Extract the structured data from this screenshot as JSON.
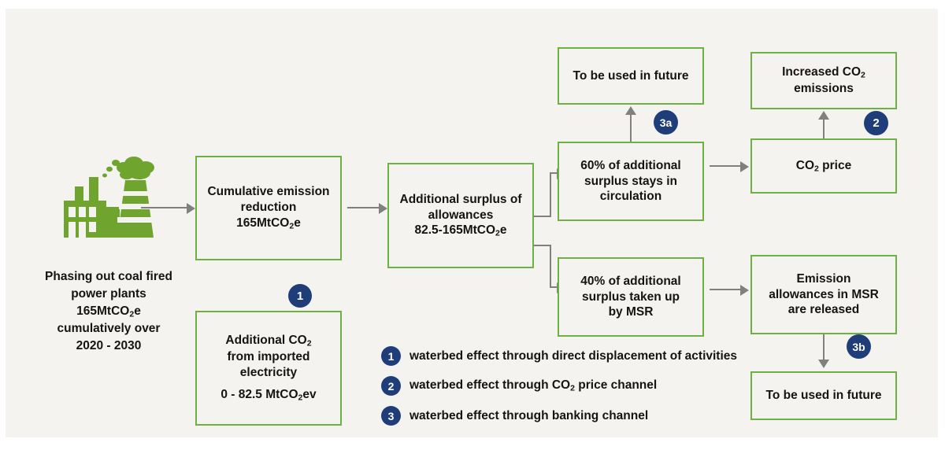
{
  "colors": {
    "panel_background": "#f4f3ef",
    "box_border_green": "#6cb141",
    "icon_green": "#6fa52e",
    "badge_navy": "#1f3d78",
    "arrow_gray": "#808080",
    "text_black": "#141414"
  },
  "source": {
    "icon_name": "coal-power-plant-icon",
    "caption": [
      "Phasing out coal fired",
      "power plants",
      "165MtCO₂e",
      "cumulatively over",
      "2020 - 2030"
    ]
  },
  "boxes": {
    "cumulative_reduction": {
      "lines": [
        "Cumulative emission",
        "reduction",
        "165MtCO₂e"
      ]
    },
    "additional_co2_imported": {
      "lines": [
        "Additional CO₂",
        "from imported",
        "electricity",
        "0 - 82.5 MtCO₂ev"
      ]
    },
    "additional_surplus": {
      "lines": [
        "Additional surplus of",
        "allowances",
        "82.5-165MtCO₂e"
      ]
    },
    "sixty_percent": {
      "lines": [
        "60% of additional",
        "surplus stays in",
        "circulation"
      ]
    },
    "forty_percent": {
      "lines": [
        "40% of additional",
        "surplus taken up",
        "by MSR"
      ]
    },
    "to_be_used_future_top": {
      "lines": [
        "To be used in future"
      ]
    },
    "co2_price": {
      "lines": [
        "CO₂ price"
      ]
    },
    "increased_emissions": {
      "lines": [
        "Increased CO₂",
        "emissions"
      ]
    },
    "msr_released": {
      "lines": [
        "Emission",
        "allowances in MSR",
        "are released"
      ]
    },
    "to_be_used_future_bottom": {
      "lines": [
        "To be used in future"
      ]
    }
  },
  "badges": {
    "one": "1",
    "two": "2",
    "three_a": "3a",
    "three_b": "3b"
  },
  "legend": {
    "items": [
      {
        "number": "1",
        "text": "waterbed effect through direct displacement of activities"
      },
      {
        "number": "2",
        "text": "waterbed effect through CO₂ price channel"
      },
      {
        "number": "3",
        "text": "waterbed effect through banking channel"
      }
    ]
  }
}
